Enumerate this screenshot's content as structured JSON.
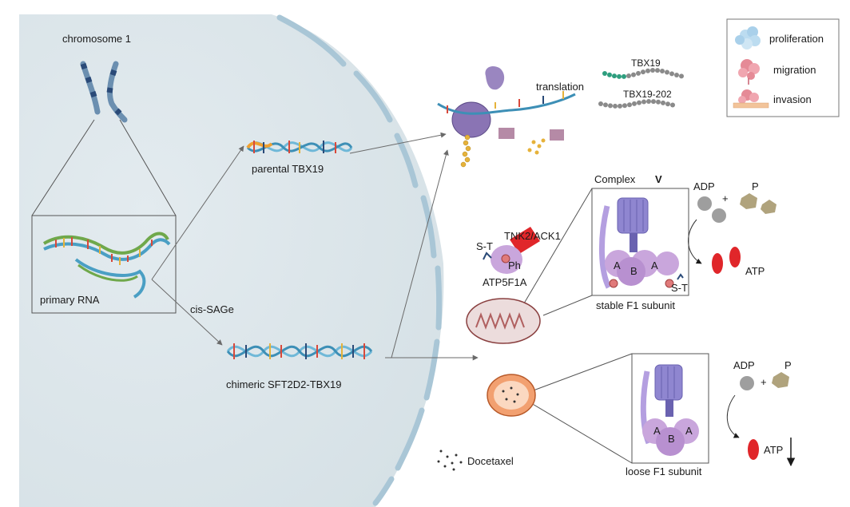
{
  "labels": {
    "chromosome": "chromosome 1",
    "primary_rna": "primary RNA",
    "cis_sage": "cis-SAGe",
    "parental": "parental TBX19",
    "chimeric": "chimeric SFT2D2-TBX19",
    "translation": "translation",
    "tbx19": "TBX19",
    "tbx19_202": "TBX19-202",
    "complex": "Complex",
    "complex_roman": "V",
    "tnk2": "TNK2/ACK1",
    "st_left": "S-T",
    "ph": "Ph",
    "atp5f1a": "ATP5F1A",
    "st_right": "S-T",
    "stable": "stable F1 subunit",
    "loose": "loose F1 subunit",
    "adp_top": "ADP",
    "plus_top": "+",
    "p_top": "P",
    "atp_top": "ATP",
    "adp_bottom": "ADP",
    "plus_bottom": "+",
    "p_bottom": "P",
    "atp_bottom": "ATP",
    "docetaxel": "Docetaxel",
    "a1": "A",
    "b1": "B",
    "a2": "A",
    "a3": "A",
    "b2": "B",
    "a4": "A"
  },
  "legend": {
    "items": [
      "proliferation",
      "migration",
      "invasion"
    ]
  },
  "colors": {
    "nucleus": "#dde6ea",
    "membrane": "#b3cbd8",
    "helix_blue": "#6fb8d8",
    "helix_orange": "#f0a030",
    "ribosome": "#9a86c0",
    "tbx19_green": "#2e9e7e",
    "peptide_grey": "#8a8a8a",
    "atp_red": "#e0262a",
    "phosphate": "#b0a37d",
    "mito_red": "#b06060",
    "mito_orange": "#e07a4a",
    "f1_purple": "#c9a6dc"
  }
}
